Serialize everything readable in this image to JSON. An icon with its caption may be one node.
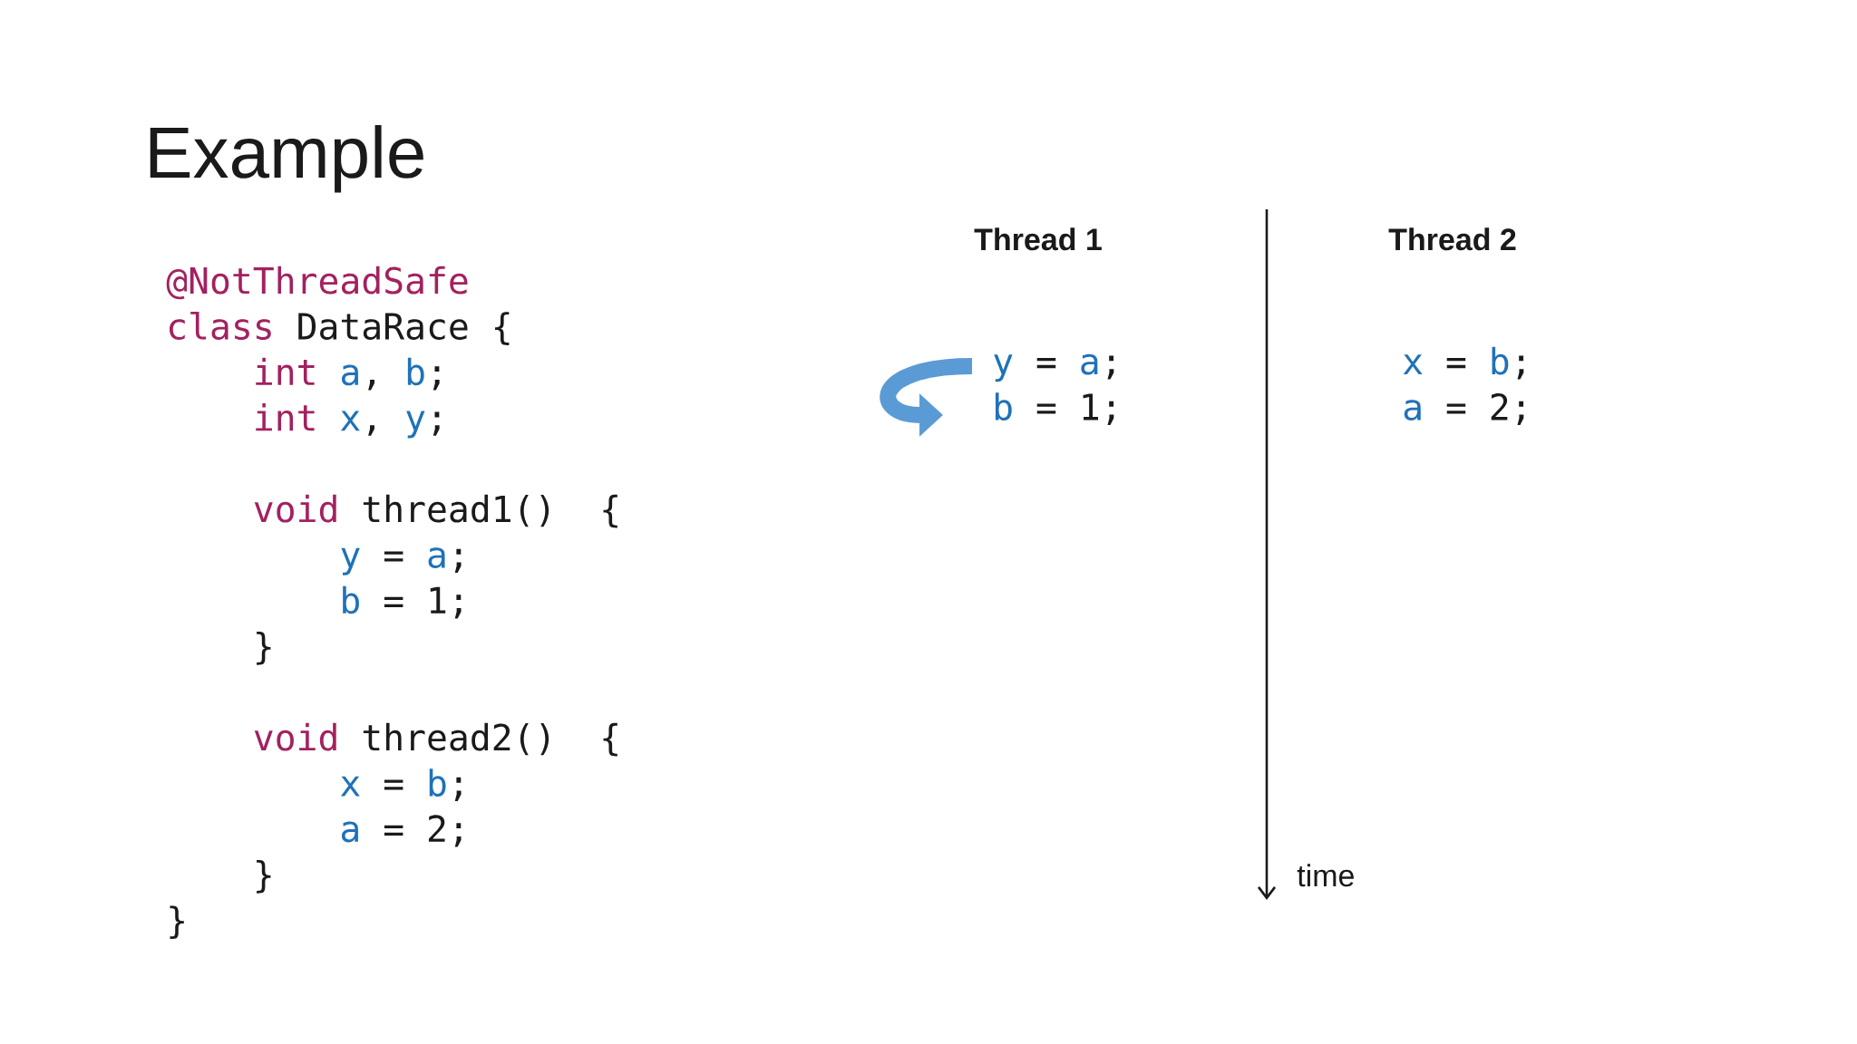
{
  "diagram": {
    "title": "Example",
    "labels": [
      "@NotThreadSafe",
      "class",
      "DataRace {",
      "int",
      "a",
      ",",
      "b",
      ";",
      "int",
      "x",
      ",",
      "y",
      ";",
      "void",
      "thread1()",
      "{",
      "y",
      "=",
      "a",
      ";",
      "b",
      "=",
      "1;",
      "}",
      "void",
      "thread2()",
      "{",
      "x",
      "=",
      "b",
      ";",
      "a",
      "=",
      "2;",
      "}",
      "}",
      "Thread 1",
      "Thread 2",
      "y",
      "=",
      "a",
      ";",
      "x",
      "=",
      "b",
      ";",
      "b",
      "=",
      "1;",
      "a",
      "=",
      "2;",
      "time"
    ]
  }
}
